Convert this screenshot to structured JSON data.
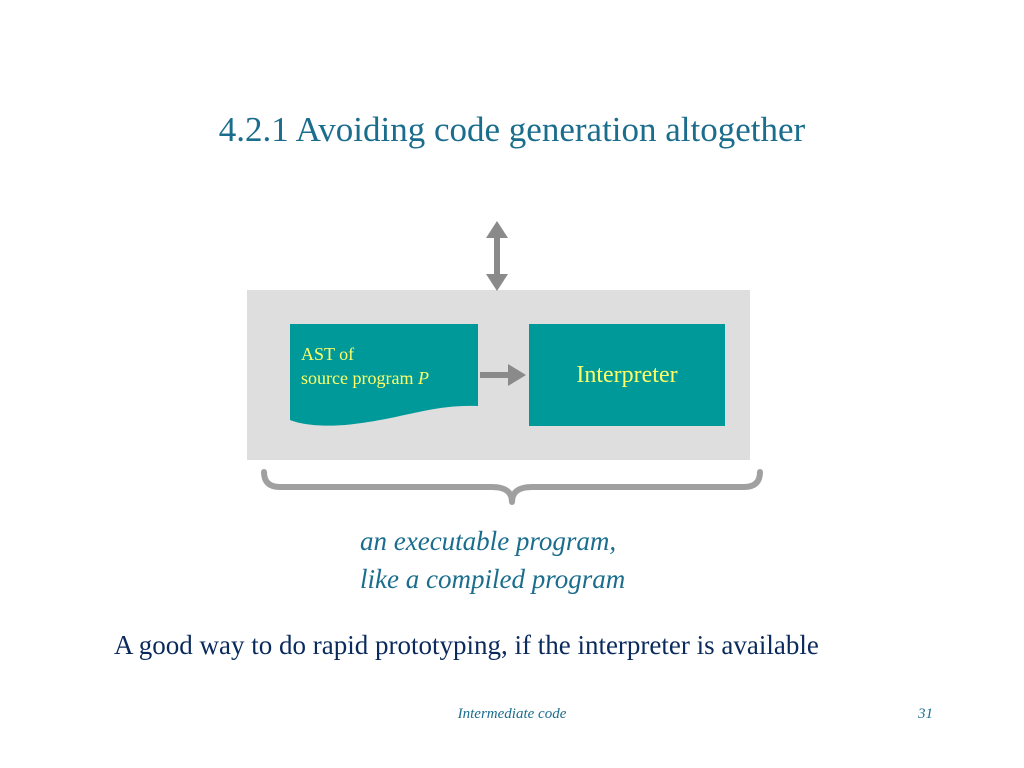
{
  "slide": {
    "title": "4.2.1 Avoiding code generation altogether",
    "remark": "A good way to do rapid prototyping, if the interpreter is available"
  },
  "diagram": {
    "ast_line1": "AST of",
    "ast_line2": "source program",
    "ast_var": "P",
    "interpreter_label": "Interpreter",
    "caption_line1": "an executable program,",
    "caption_line2": "like a compiled program"
  },
  "footer": {
    "section": "Intermediate code",
    "page": "31"
  },
  "colors": {
    "title": "#1b6d8d",
    "box_fill": "#00999a",
    "box_label": "#ffff66",
    "container": "#dedede",
    "arrows": "#8a8a8a",
    "remark": "#0a2a5c"
  }
}
